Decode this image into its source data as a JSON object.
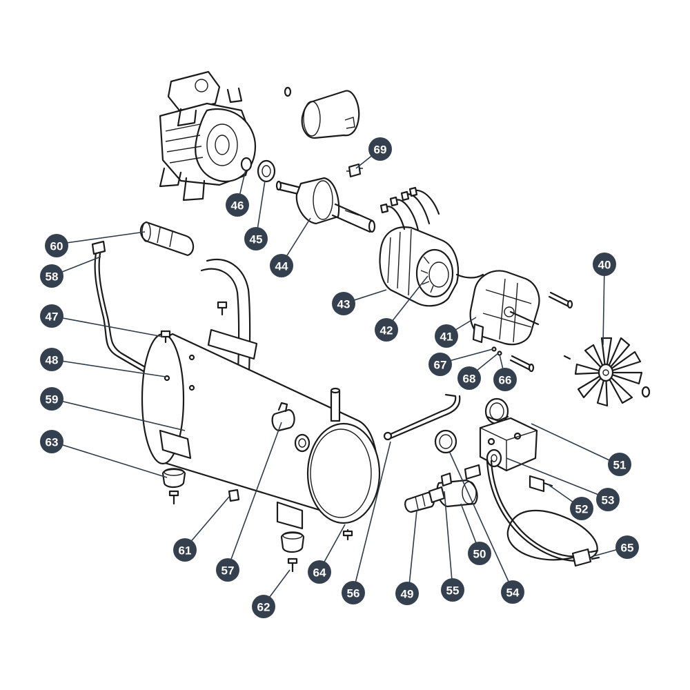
{
  "badge_color": "#34404e",
  "line_color": "#1a1a1a",
  "callouts": [
    {
      "id": "p40",
      "label": "40"
    },
    {
      "id": "p41",
      "label": "41"
    },
    {
      "id": "p42",
      "label": "42"
    },
    {
      "id": "p43",
      "label": "43"
    },
    {
      "id": "p44",
      "label": "44"
    },
    {
      "id": "p45",
      "label": "45"
    },
    {
      "id": "p46",
      "label": "46"
    },
    {
      "id": "p47",
      "label": "47"
    },
    {
      "id": "p48",
      "label": "48"
    },
    {
      "id": "p49",
      "label": "49"
    },
    {
      "id": "p50",
      "label": "50"
    },
    {
      "id": "p51",
      "label": "51"
    },
    {
      "id": "p52",
      "label": "52"
    },
    {
      "id": "p53",
      "label": "53"
    },
    {
      "id": "p54",
      "label": "54"
    },
    {
      "id": "p55",
      "label": "55"
    },
    {
      "id": "p56",
      "label": "56"
    },
    {
      "id": "p57",
      "label": "57"
    },
    {
      "id": "p58",
      "label": "58"
    },
    {
      "id": "p59",
      "label": "59"
    },
    {
      "id": "p60",
      "label": "60"
    },
    {
      "id": "p61",
      "label": "61"
    },
    {
      "id": "p62",
      "label": "62"
    },
    {
      "id": "p63",
      "label": "63"
    },
    {
      "id": "p64",
      "label": "64"
    },
    {
      "id": "p65",
      "label": "65"
    },
    {
      "id": "p66",
      "label": "66"
    },
    {
      "id": "p67",
      "label": "67"
    },
    {
      "id": "p68",
      "label": "68"
    },
    {
      "id": "p69",
      "label": "69"
    }
  ]
}
